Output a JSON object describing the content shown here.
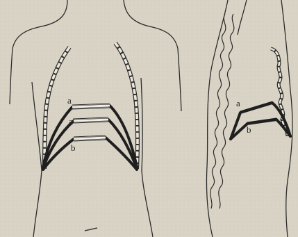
{
  "front_view": {
    "labels": {
      "a": "a",
      "a_prime": "a'",
      "b": "b"
    }
  },
  "side_view": {
    "labels": {
      "a": "a",
      "b": "b"
    }
  },
  "colors": {
    "paper": "#d9d3c5",
    "ink": "#2a2a2a"
  }
}
